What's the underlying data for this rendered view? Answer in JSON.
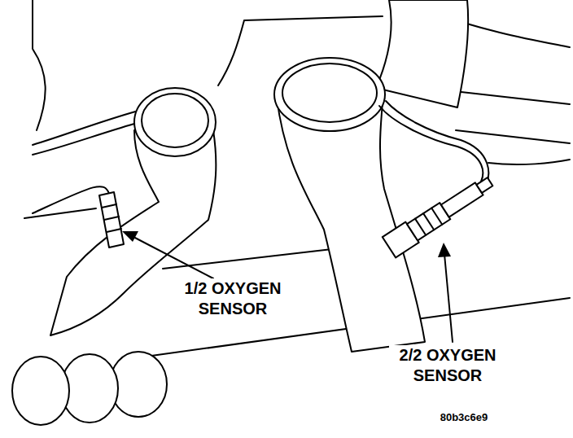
{
  "diagram": {
    "labels": [
      "1/2 OXYGEN SENSOR",
      "2/2 OXYGEN SENSOR",
      "80b3c6e9"
    ]
  }
}
